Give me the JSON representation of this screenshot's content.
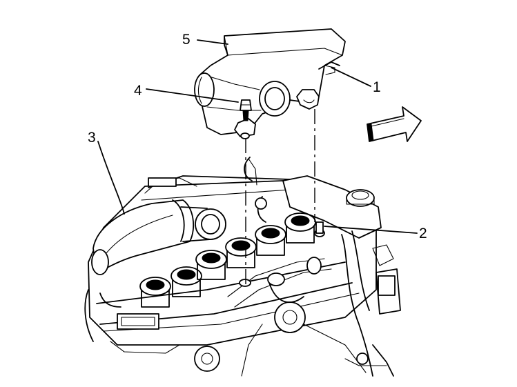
{
  "diagram": {
    "callouts": [
      {
        "id": "1",
        "label": "1"
      },
      {
        "id": "2",
        "label": "2"
      },
      {
        "id": "3",
        "label": "3"
      },
      {
        "id": "4",
        "label": "4"
      },
      {
        "id": "5",
        "label": "5"
      }
    ],
    "icons": [
      "direction-arrow-icon"
    ]
  }
}
